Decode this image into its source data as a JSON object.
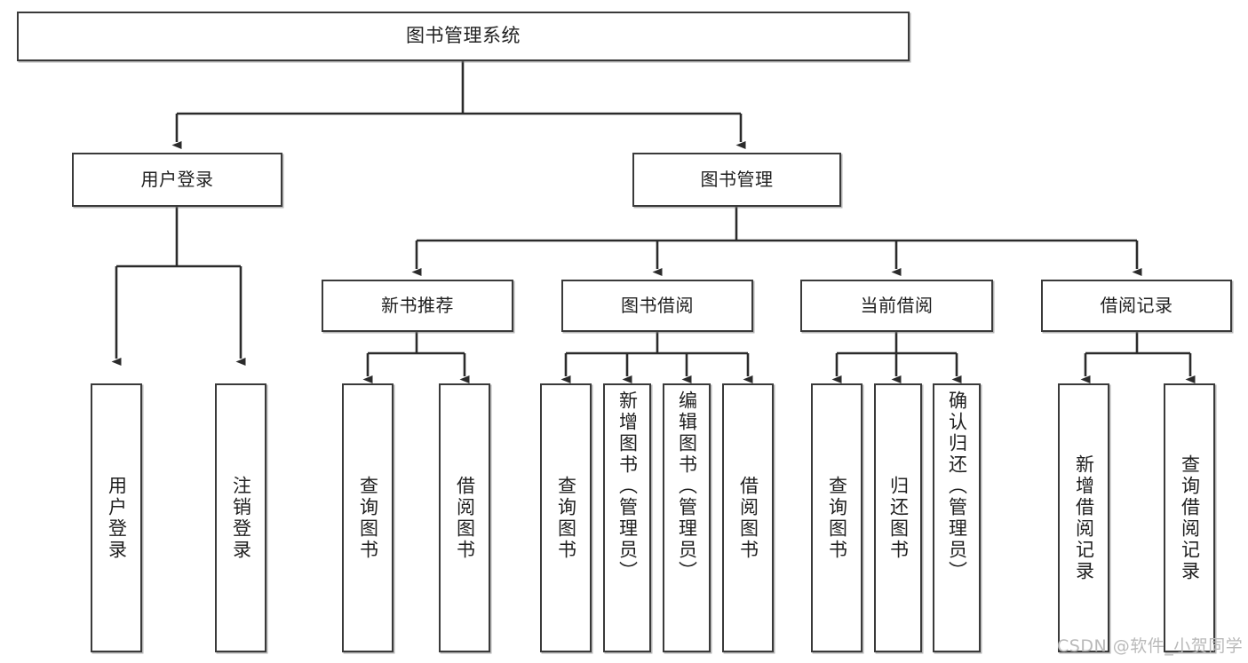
{
  "diagram": {
    "type": "tree-hierarchy-flowchart",
    "title_node": {
      "label": "图书管理系统"
    },
    "level2": [
      {
        "id": "user-login",
        "label": "用户登录"
      },
      {
        "id": "book-management",
        "label": "图书管理"
      }
    ],
    "level3": [
      {
        "id": "new-book-recommend",
        "label": "新书推荐",
        "parent": "book-management"
      },
      {
        "id": "book-borrow",
        "label": "图书借阅",
        "parent": "book-management"
      },
      {
        "id": "current-borrow",
        "label": "当前借阅",
        "parent": "book-management"
      },
      {
        "id": "borrow-record",
        "label": "借阅记录",
        "parent": "book-management"
      }
    ],
    "leaves": [
      {
        "id": "leaf-1",
        "label": "用户登录",
        "parent": "user-login"
      },
      {
        "id": "leaf-2",
        "label": "注销登录",
        "parent": "user-login"
      },
      {
        "id": "leaf-3",
        "label": "查询图书",
        "parent": "new-book-recommend"
      },
      {
        "id": "leaf-4",
        "label": "借阅图书",
        "parent": "new-book-recommend"
      },
      {
        "id": "leaf-5",
        "label": "查询图书",
        "parent": "book-borrow"
      },
      {
        "id": "leaf-6",
        "label": "新增图书（管理员）",
        "parent": "book-borrow"
      },
      {
        "id": "leaf-7",
        "label": "编辑图书（管理员）",
        "parent": "book-borrow"
      },
      {
        "id": "leaf-8",
        "label": "借阅图书",
        "parent": "book-borrow"
      },
      {
        "id": "leaf-9",
        "label": "查询图书",
        "parent": "current-borrow"
      },
      {
        "id": "leaf-10",
        "label": "归还图书",
        "parent": "current-borrow"
      },
      {
        "id": "leaf-11",
        "label": "确认归还（管理员）",
        "parent": "current-borrow"
      },
      {
        "id": "leaf-12",
        "label": "新增借阅记录",
        "parent": "borrow-record"
      },
      {
        "id": "leaf-13",
        "label": "查询借阅记录",
        "parent": "borrow-record"
      }
    ],
    "colors": {
      "stroke": "#3a3a3a",
      "fill": "#ffffff",
      "text": "#1f1f1f",
      "watermark": "#b9b9b9",
      "background": "#ffffff"
    }
  },
  "watermark": {
    "text": "CSDN @软件_小贺同学"
  }
}
